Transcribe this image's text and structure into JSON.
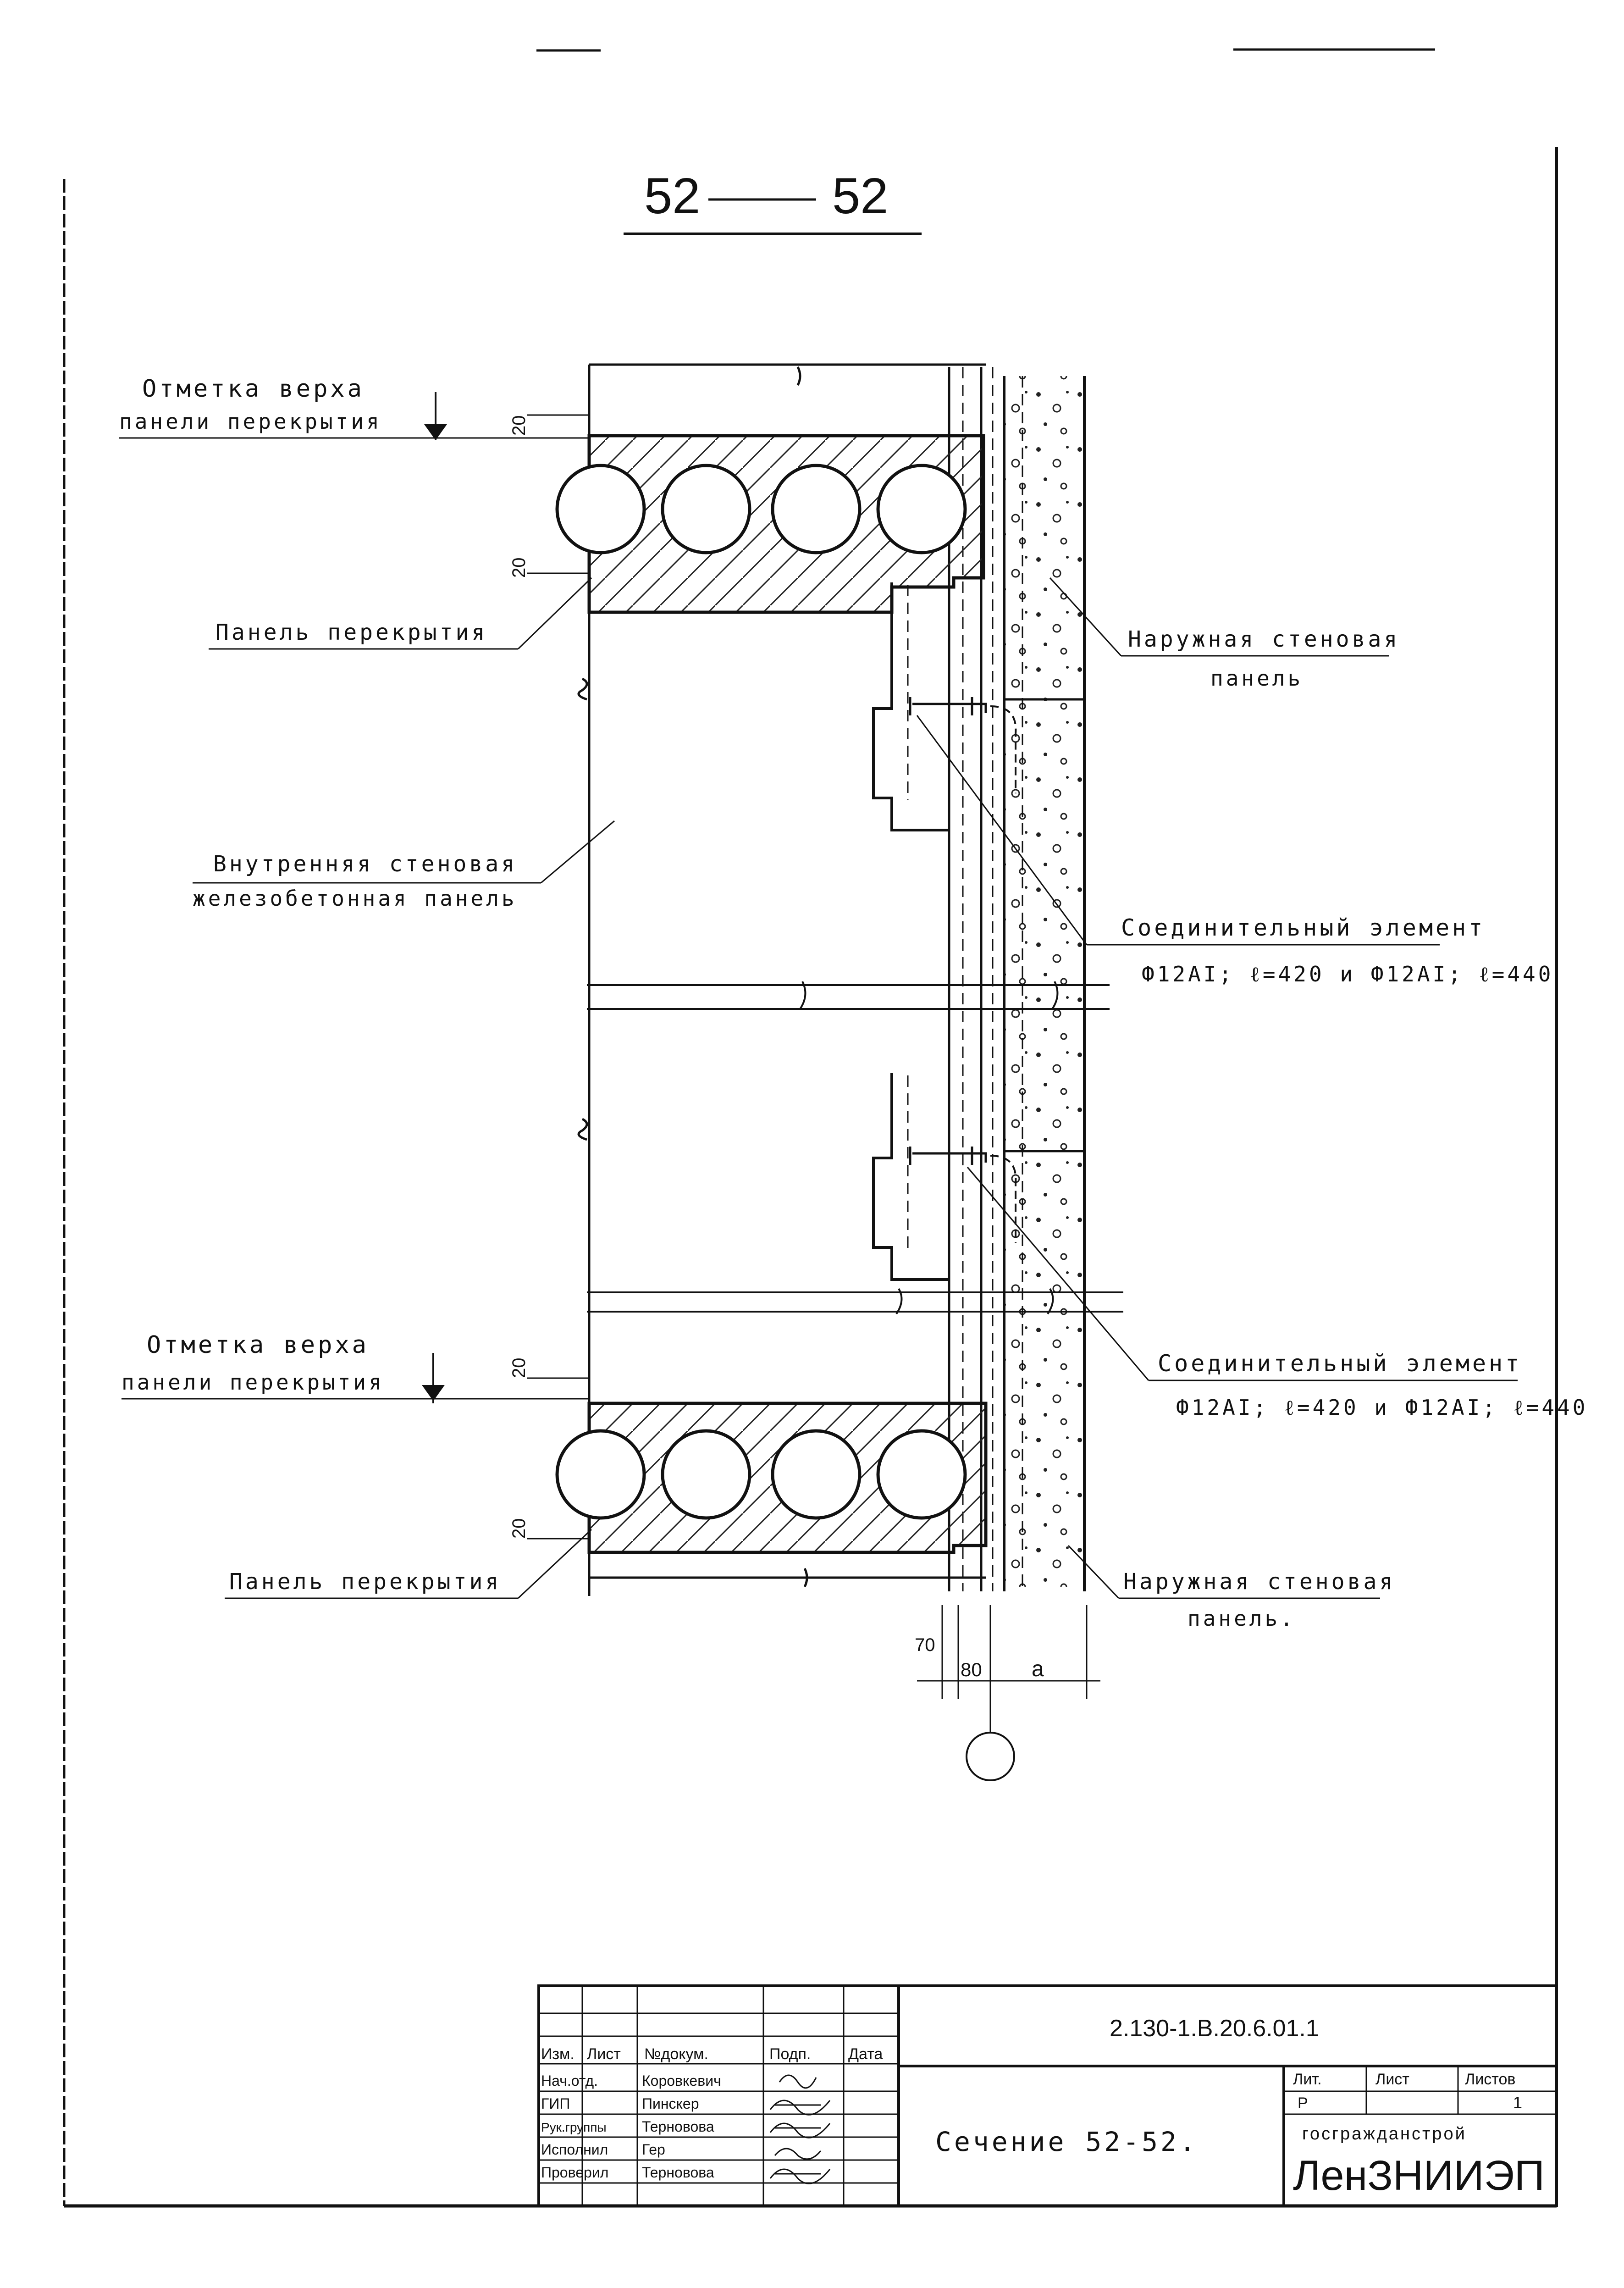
{
  "section_title": {
    "left": "52",
    "right": "52"
  },
  "labels": {
    "top_mark_1": "Отметка верха",
    "top_mark_2": "панели перекрытия",
    "floor_panel_top": "Панель перекрытия",
    "outer_panel_top_1": "Наружная стеновая",
    "outer_panel_top_2": "панель",
    "inner_panel_1": "Внутренняя стеновая",
    "inner_panel_2": "железобетонная панель",
    "connector_top_1": "Соединительный элемент",
    "connector_top_2": "Ф12АI; ℓ=420 и Ф12АI; ℓ=440",
    "bottom_mark_1": "Отметка верха",
    "bottom_mark_2": "панели перекрытия",
    "connector_bot_1": "Соединительный элемент",
    "connector_bot_2": "Ф12АI; ℓ=420 и Ф12АI; ℓ=440",
    "floor_panel_bottom": "Панель перекрытия",
    "outer_panel_bottom_1": "Наружная стеновая",
    "outer_panel_bottom_2": "панель."
  },
  "dimensions": {
    "d20": "20",
    "d70": "70",
    "d80": "80",
    "a": "a"
  },
  "title_block": {
    "doc_code": "2.130-1.В.20.6.01.1",
    "sheet_name": "Сечение 52-52.",
    "organization": "ЛенЗНИИЭП",
    "org_parent": "госгражданстрой",
    "headers": {
      "izm": "Изм.",
      "list": "Лист",
      "doc_no": "№докум.",
      "sign": "Подп.",
      "date": "Дата"
    },
    "roles": [
      {
        "role": "Нач.отд.",
        "name": "Коровкевич"
      },
      {
        "role": "ГИП",
        "name": "Пинскер"
      },
      {
        "role": "Рук.группы",
        "name": "Терновова"
      },
      {
        "role": "Исполнил",
        "name": "Гер"
      },
      {
        "role": "Проверил",
        "name": "Терновова"
      }
    ],
    "stage_headers": {
      "lit": "Лит.",
      "sheet": "Лист",
      "sheets": "Листов"
    },
    "stage_values": {
      "lit": "Р",
      "sheet": "",
      "sheets": "1"
    }
  }
}
